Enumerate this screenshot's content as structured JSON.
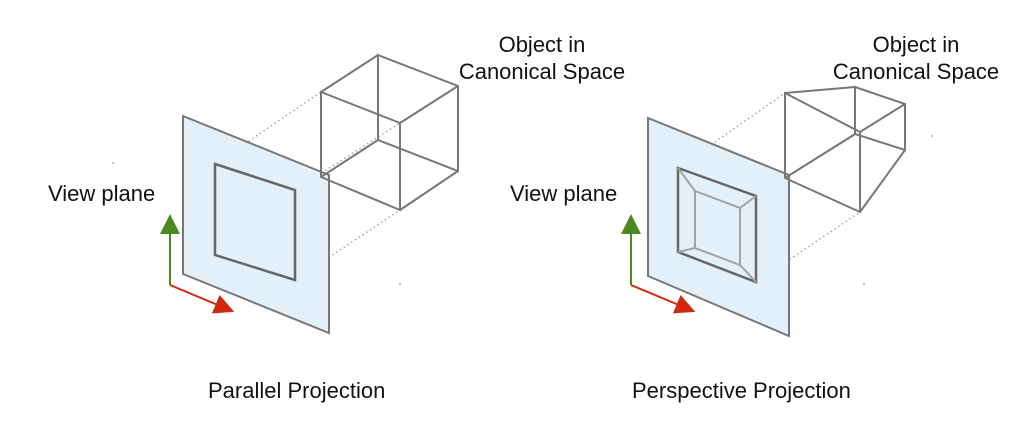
{
  "left_panel": {
    "object_label_line1": "Object in",
    "object_label_line2": "Canonical Space",
    "view_plane_label": "View plane",
    "caption": "Parallel Projection"
  },
  "right_panel": {
    "object_label_line1": "Object in",
    "object_label_line2": "Canonical Space",
    "view_plane_label": "View plane",
    "caption": "Perspective Projection"
  },
  "colors": {
    "plane_fill": "#e3f0fa",
    "plane_stroke": "#777777",
    "object_stroke": "#777777",
    "projection_line": "#9a9a9a",
    "up_axis": "#4a8a1e",
    "right_axis": "#d0290f"
  }
}
